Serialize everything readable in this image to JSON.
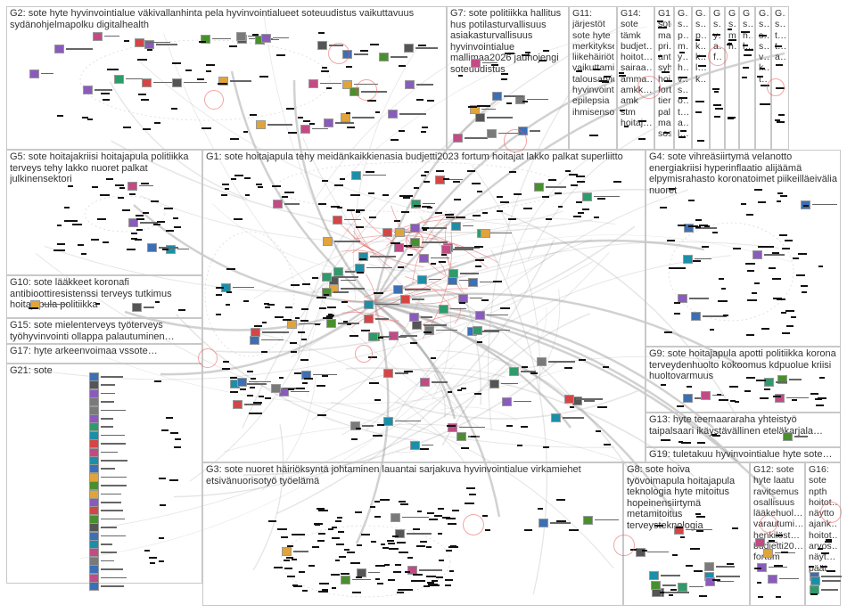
{
  "groups": [
    {
      "id": "G2",
      "label": "G2: sote hyte hyvinvointialue väkivallanhinta pela hyvinvointialueet soteuudistus vaikuttavuus sydänohjelmapolku digitalhealth"
    },
    {
      "id": "G7",
      "label": "G7: sote politiikka hallitus hus potilasturvallisuus asiakasturvallisuus hyvinvointialue mallimaa2026 jauhojengi soteuudistus"
    },
    {
      "id": "G11",
      "label": "G11: järjestöt sote hyte merkitykse… liikehäiriöt vaikuttami… talousarvio hyvinvointi… epilepsia ihmisenso…"
    },
    {
      "id": "G14",
      "label": "G14: sote tämk budjet… hoitot… sairaa… amma… amkk… amk stm hoitaj…"
    },
    {
      "id": "G18",
      "label": "G1… sote ma… pri… ant… syh… hoi… fort… tier… pal… ma… sos…"
    },
    {
      "id": "G22",
      "label": "G… s… p… m… y… h… v… s… o… t… a… l…"
    },
    {
      "id": "G23",
      "label": "G… s… p… k… k… l… k…"
    },
    {
      "id": "G24",
      "label": "G s… y… a… f…"
    },
    {
      "id": "G25",
      "label": "G s… m… h…"
    },
    {
      "id": "G26",
      "label": "G s… h… l…"
    },
    {
      "id": "G27",
      "label": "G… s… s… s… v… k… t…"
    },
    {
      "id": "G28",
      "label": "G… s… t… t… a…"
    },
    {
      "id": "G5",
      "label": "G5: sote hoitajakriisi hoitajapula politiikka terveys tehy lakko nuoret palkat julkinensektori"
    },
    {
      "id": "G1",
      "label": "G1: sote hoitajapula tehy meidänkaikkienasia budjetti2023 fortum hoitajat lakko palkat superliitto"
    },
    {
      "id": "G4",
      "label": "G4: sote vihreäsiirtymä velanotto energiakriisi hyperinflaatio alijäämä elpymisrahasto koronatoimet piikeilläeivälia nuoret"
    },
    {
      "id": "G10",
      "label": "G10: sote lääkkeet koronafi antibioottiresistenssi terveys tutkimus hoitajapula politiikka"
    },
    {
      "id": "G15",
      "label": "G15: sote mielenterveys työterveys työhyvinvointi ollappa palautuminen…"
    },
    {
      "id": "G17",
      "label": "G17: hyte arkeenvoimaa vssote…"
    },
    {
      "id": "G21",
      "label": "G21: sote"
    },
    {
      "id": "G9",
      "label": "G9: sote hoitajapula apotti politiikka korona terveydenhuolto kokoomus kdpuolue kriisi huoltovarmuus"
    },
    {
      "id": "G13",
      "label": "G13: hyte teemaararaha yhteistyö taipalsaari ikäystävällinen eteläkarjala…"
    },
    {
      "id": "G19",
      "label": "G19: tuletakuu hyvinvointialue hyte sote…"
    },
    {
      "id": "G3",
      "label": "G3: sote nuoret häiriöksyntä johtaminen lauantai sarjakuva hyvinvointialue virkamiehet etsivänuorisotyö työelämä"
    },
    {
      "id": "G8",
      "label": "G8: sote hoiva työvoimapula hoitajapula teknologia hyte mitoitus hopeinensiirtymä metamitoitus terveysteknologia"
    },
    {
      "id": "G12",
      "label": "G12: sote hyte laatu ravitsemus osallisuus lääkehuol… varautumi… henkilöst… budjetti20… fortum"
    },
    {
      "id": "G16",
      "label": "G16: sote npth hoitot… näytto ajank… hoitot… arvos… näyt… päät…"
    }
  ],
  "colors": {
    "border": "#c8c8c8",
    "edge": "#9a9a9a",
    "edge_red": "#e56b6b",
    "halo": "#eb5a5a"
  }
}
